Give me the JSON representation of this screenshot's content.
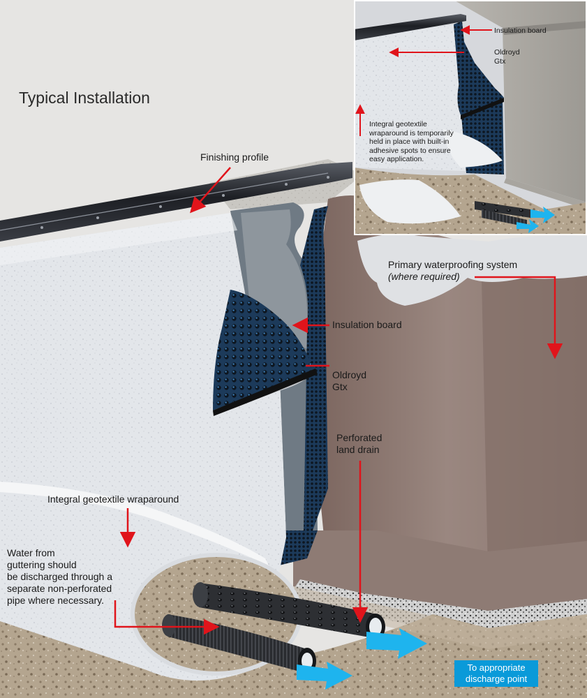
{
  "title": "Typical Installation",
  "labels": {
    "finishing_profile": "Finishing profile",
    "insulation_board": "Insulation board",
    "oldroyd_line1": "Oldroyd",
    "oldroyd_line2": "Gtx",
    "primary_line1": "Primary waterproofing system",
    "primary_line2": "(where required)",
    "perforated_line1": "Perforated",
    "perforated_line2": "land drain",
    "integral_wraparound": "Integral geotextile wraparound",
    "water_line1": "Water from",
    "water_line2": "guttering should",
    "water_line3": "be discharged through a",
    "water_line4": "separate non-perforated",
    "water_line5": "pipe where necessary.",
    "discharge_line1": "To appropriate",
    "discharge_line2": "discharge point"
  },
  "inset": {
    "insulation_board": "Insulation board",
    "oldroyd_line1": "Oldroyd",
    "oldroyd_line2": "Gtx",
    "note_line1": "Integral geotextile",
    "note_line2": "wraparound is temporarily",
    "note_line3": "held in place with built-in",
    "note_line4": "adhesive spots to ensure",
    "note_line5": "easy application."
  },
  "colors": {
    "arrow_red": "#e0141b",
    "water_blue": "#1eb4ee",
    "box_blue": "#0a9ad9",
    "concrete_brown": "#8f7a72",
    "membrane_dark": "#2c3a48"
  }
}
